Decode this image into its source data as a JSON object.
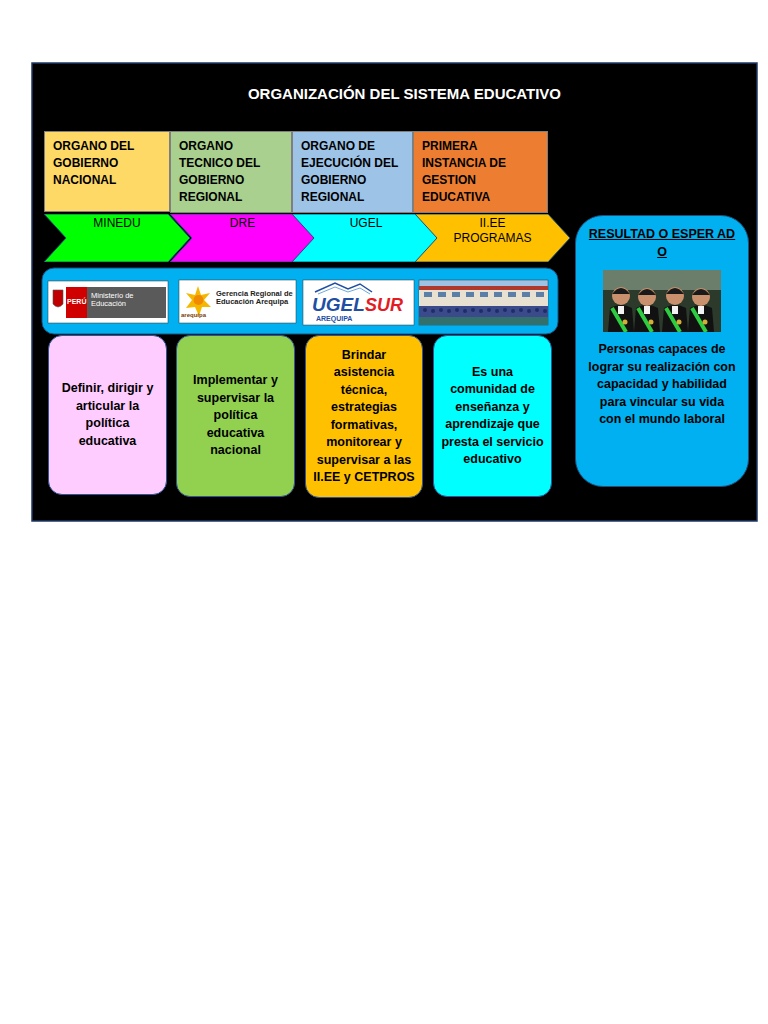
{
  "diagram": {
    "title": "ORGANIZACIÓN DEL SISTEMA EDUCATIVO",
    "nodes": [
      {
        "text": [
          "ORGANO DEL GOBIERNO NACIONAL"
        ]
      },
      {
        "text": [
          "ORGANO TECNICO DEL GOBIERNO REGIONAL"
        ]
      },
      {
        "text": [
          "ORGANO DE EJECUCIÓN DEL GOBIERNO REGIONAL"
        ]
      },
      {
        "text": [
          "PRIMERA INSTANCIA DE GESTION EDUCATIVA"
        ]
      },
      {
        "text": [
          "MINEDU"
        ]
      },
      {
        "text": [
          "DRE"
        ]
      },
      {
        "text": [
          "UGEL"
        ]
      },
      {
        "text": [
          "II.EE PROGRAMAS"
        ]
      },
      {
        "text": [
          "Definir, dirigir y articular la política educativa"
        ]
      },
      {
        "text": [
          "Implementar y supervisar la política educativa nacional"
        ]
      },
      {
        "text": [
          "Brindar asistencia técnica, estrategias formativas, monitorear y supervisar a las II.EE y CETPROS"
        ]
      },
      {
        "text": [
          "Es una comunidad de enseñanza y aprendizaje que presta el servicio educativo"
        ]
      },
      {
        "text": [
          "RESULTAD O ESPER AD O",
          "Personas capaces de lograr su realización con capacidad y habilidad para vincular su vida con el mundo laboral"
        ]
      }
    ],
    "labels": [
      "PERÚ",
      "Ministerio de Educación",
      "arequipa",
      "Gerencia Regional de Educación Arequipa",
      "UGEL",
      "SUR",
      "AREQUIPA"
    ]
  }
}
